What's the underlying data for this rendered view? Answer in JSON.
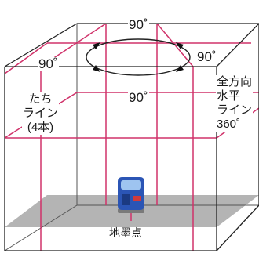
{
  "labels": {
    "top_angle": "90˚",
    "left_angle": "90˚",
    "right_angle": "90˚",
    "front_angle": "90˚",
    "vertical_lines": "たち\nライン\n(4本)",
    "horizontal_line": "全方向\n水平\nライン\n360˚",
    "ground_point": "地墨点"
  },
  "colors": {
    "edge": "#222222",
    "laser": "#d0326a",
    "floor": "#b4b4b4",
    "device_body": "#2b55b5",
    "device_accent": "#d23a3a"
  }
}
